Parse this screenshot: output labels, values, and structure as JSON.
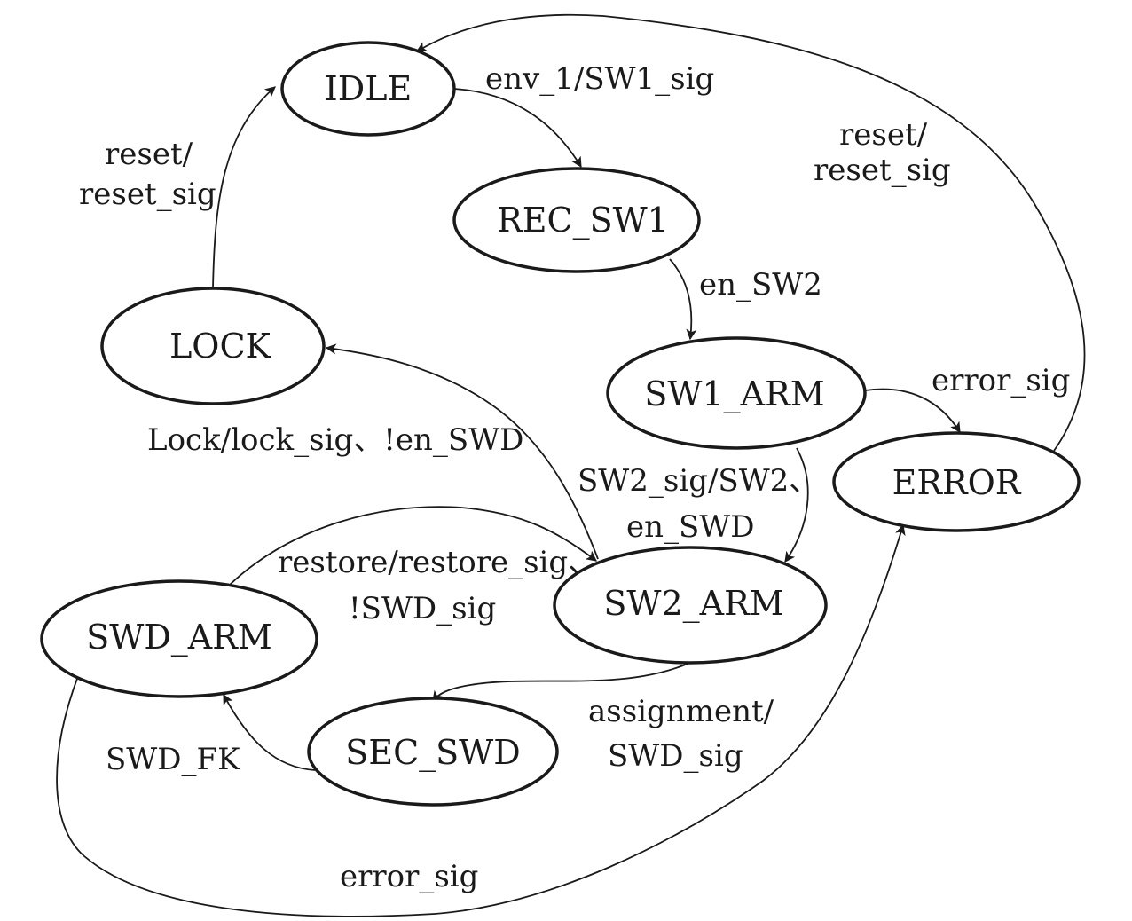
{
  "states": {
    "idle": "IDLE",
    "rec_sw1": "REC_SW1",
    "lock": "LOCK",
    "sw1_arm": "SW1_ARM",
    "error": "ERROR",
    "sw2_arm": "SW2_ARM",
    "swd_arm": "SWD_ARM",
    "sec_swd": "SEC_SWD"
  },
  "transitions": {
    "idle_to_rec_sw1": "env_1/SW1_sig",
    "rec_sw1_to_sw1_arm": "en_SW2",
    "lock_to_idle": {
      "line1": "reset/",
      "line2": "reset_sig"
    },
    "error_to_idle": {
      "line1": "reset/",
      "line2": "reset_sig"
    },
    "sw1_arm_to_error": "error_sig",
    "sw2_arm_to_lock": "Lock/lock_sig、!en_SWD",
    "sw1_arm_to_sw2_arm": {
      "line1": "SW2_sig/SW2、",
      "line2": "en_SWD"
    },
    "swd_arm_to_sw2_arm": {
      "line1": "restore/restore_sig、",
      "line2": "!SWD_sig"
    },
    "sw2_arm_to_sec_swd": {
      "line1": "assignment/",
      "line2": "SWD_sig"
    },
    "sec_swd_to_swd_arm": "SWD_FK",
    "swd_arm_to_error": "error_sig"
  }
}
